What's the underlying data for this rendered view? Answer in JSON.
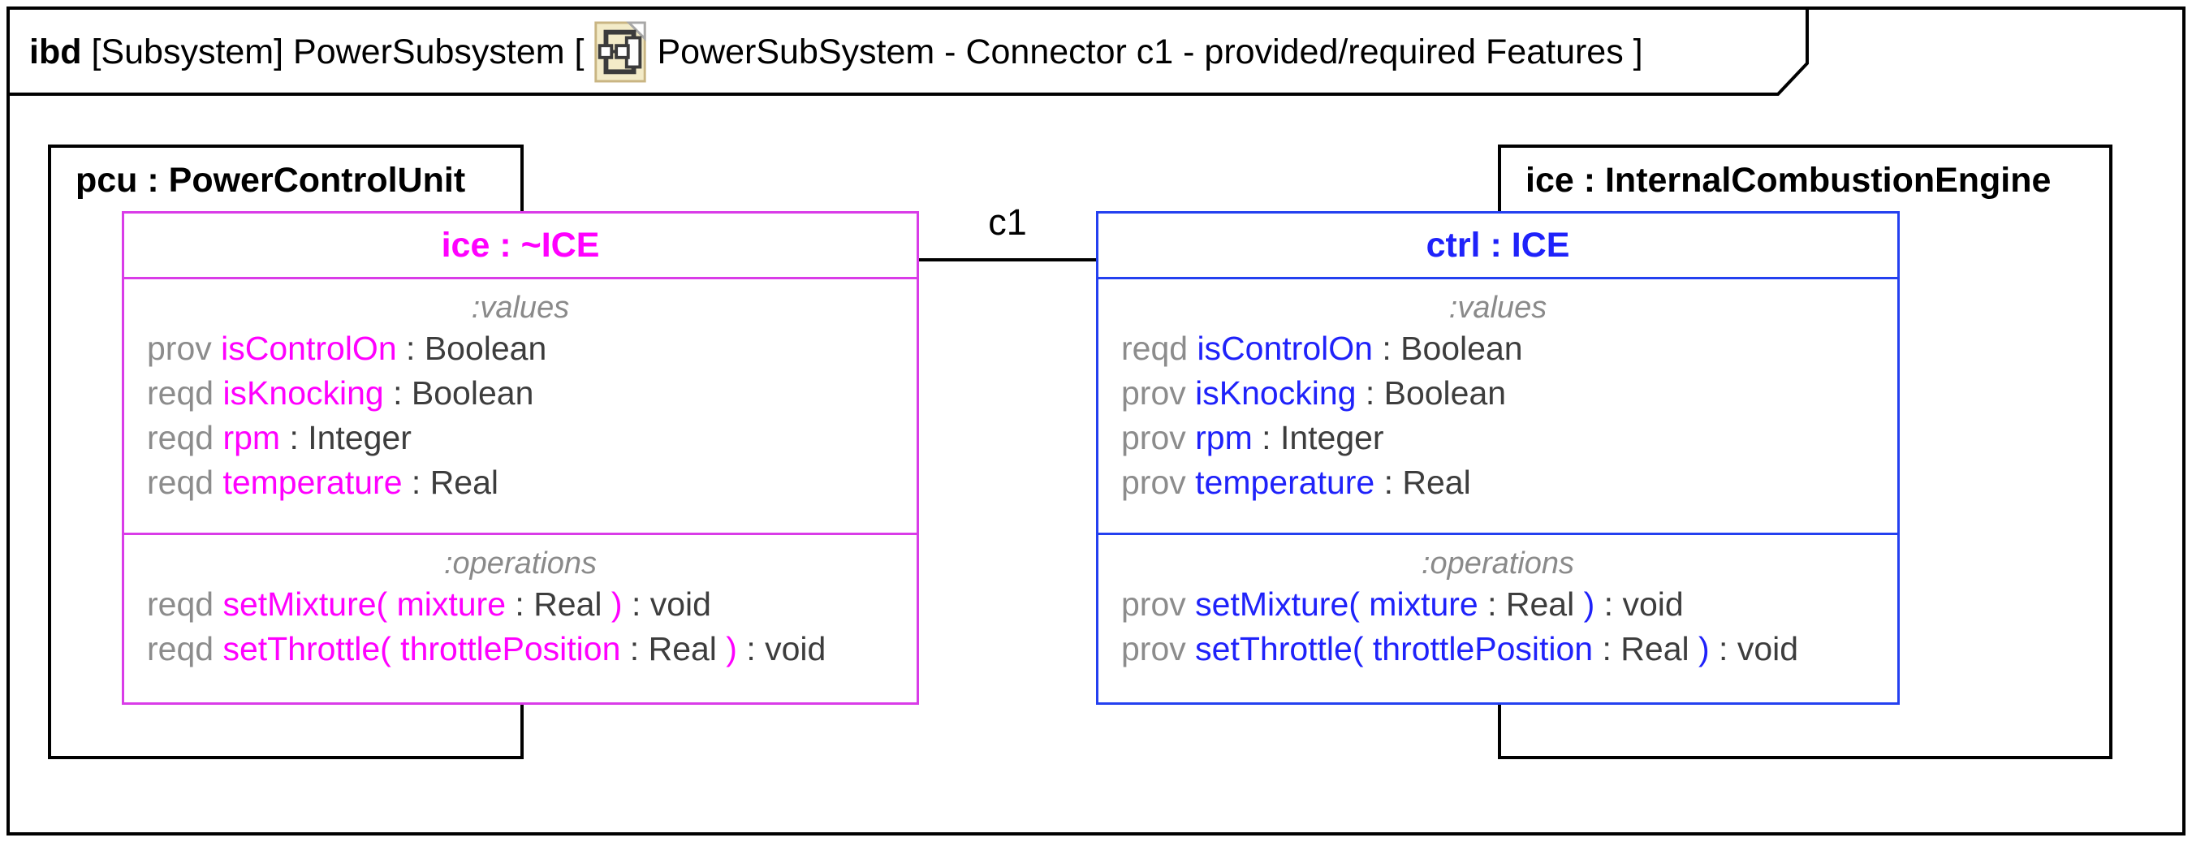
{
  "frame": {
    "keyword": "ibd",
    "title_prefix": "[Subsystem] PowerSubsystem [",
    "title_suffix": "PowerSubSystem - Connector c1 - provided/required Features ]",
    "icon": "ibd-diagram-icon"
  },
  "connector": {
    "label": "c1"
  },
  "colors": {
    "left_part_accent": "#ff00ff",
    "left_part_border": "#d93ce8",
    "right_part_accent": "#1f22fa",
    "right_part_border": "#2440f0",
    "keyword_gray": "#8c8c8c",
    "type_dark": "#3d3d3d",
    "compartment_label_gray": "#8a8a8a",
    "frame_black": "#000000",
    "icon_beige_fill": "#f3ebc8",
    "icon_beige_border": "#c9b583"
  },
  "blocks": [
    {
      "id": "pcu",
      "label": "pcu : PowerControlUnit"
    },
    {
      "id": "ice",
      "label": "ice : InternalCombustionEngine"
    }
  ],
  "parts": [
    {
      "id": "ice-part",
      "name": "ice : ~ICE",
      "compartments": [
        {
          "label": ":values",
          "lines": [
            [
              {
                "c": "kw",
                "t": "prov "
              },
              {
                "c": "nm",
                "t": "isControlOn"
              },
              {
                "c": "ty",
                "t": " : Boolean"
              }
            ],
            [
              {
                "c": "kw",
                "t": "reqd "
              },
              {
                "c": "nm",
                "t": "isKnocking"
              },
              {
                "c": "ty",
                "t": " : Boolean"
              }
            ],
            [
              {
                "c": "kw",
                "t": "reqd "
              },
              {
                "c": "nm",
                "t": "rpm"
              },
              {
                "c": "ty",
                "t": " : Integer"
              }
            ],
            [
              {
                "c": "kw",
                "t": "reqd "
              },
              {
                "c": "nm",
                "t": "temperature"
              },
              {
                "c": "ty",
                "t": " : Real"
              }
            ]
          ]
        },
        {
          "label": ":operations",
          "lines": [
            [
              {
                "c": "kw",
                "t": "reqd "
              },
              {
                "c": "nm",
                "t": "setMixture( mixture"
              },
              {
                "c": "ty",
                "t": " : Real "
              },
              {
                "c": "nm",
                "t": ")"
              },
              {
                "c": "ty",
                "t": " : void"
              }
            ],
            [
              {
                "c": "kw",
                "t": "reqd "
              },
              {
                "c": "nm",
                "t": "setThrottle( throttlePosition"
              },
              {
                "c": "ty",
                "t": " : Real "
              },
              {
                "c": "nm",
                "t": ")"
              },
              {
                "c": "ty",
                "t": " : void"
              }
            ]
          ]
        }
      ]
    },
    {
      "id": "ctrl-part",
      "name": "ctrl : ICE",
      "compartments": [
        {
          "label": ":values",
          "lines": [
            [
              {
                "c": "kw",
                "t": "reqd "
              },
              {
                "c": "nm",
                "t": "isControlOn"
              },
              {
                "c": "ty",
                "t": " : Boolean"
              }
            ],
            [
              {
                "c": "kw",
                "t": "prov "
              },
              {
                "c": "nm",
                "t": "isKnocking"
              },
              {
                "c": "ty",
                "t": " : Boolean"
              }
            ],
            [
              {
                "c": "kw",
                "t": "prov "
              },
              {
                "c": "nm",
                "t": "rpm"
              },
              {
                "c": "ty",
                "t": " : Integer"
              }
            ],
            [
              {
                "c": "kw",
                "t": "prov "
              },
              {
                "c": "nm",
                "t": "temperature"
              },
              {
                "c": "ty",
                "t": " : Real"
              }
            ]
          ]
        },
        {
          "label": ":operations",
          "lines": [
            [
              {
                "c": "kw",
                "t": "prov "
              },
              {
                "c": "nm",
                "t": "setMixture( mixture"
              },
              {
                "c": "ty",
                "t": " : Real "
              },
              {
                "c": "nm",
                "t": ")"
              },
              {
                "c": "ty",
                "t": " : void"
              }
            ],
            [
              {
                "c": "kw",
                "t": "prov "
              },
              {
                "c": "nm",
                "t": "setThrottle( throttlePosition"
              },
              {
                "c": "ty",
                "t": " : Real "
              },
              {
                "c": "nm",
                "t": ")"
              },
              {
                "c": "ty",
                "t": " : void"
              }
            ]
          ]
        }
      ]
    }
  ]
}
